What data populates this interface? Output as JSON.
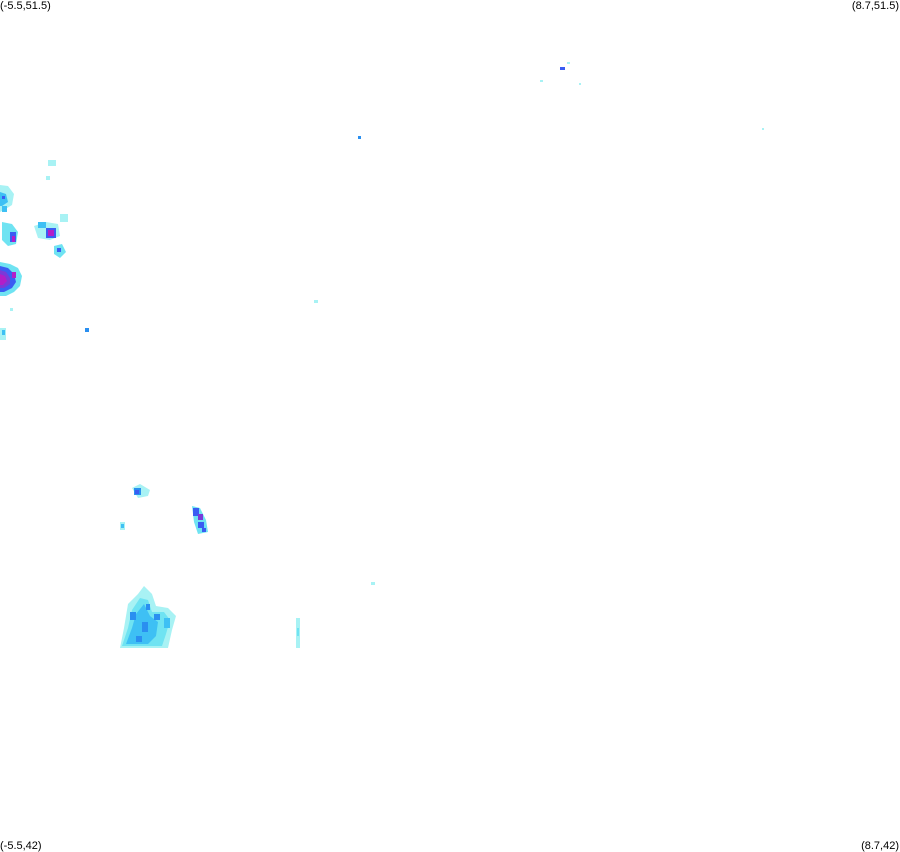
{
  "corners": {
    "top_left": "(-5.5,51.5)",
    "top_right": "(8.7,51.5)",
    "bottom_left": "(-5.5,42)",
    "bottom_right": "(8.7,42)"
  },
  "palette": {
    "background": "#ffffff",
    "light_cyan": "#a8f2f4",
    "cyan": "#6fe3f2",
    "sky_blue": "#3ec0f4",
    "blue": "#2a8ff0",
    "royal_blue": "#3a5cf2",
    "violet": "#7a3ad8",
    "magenta": "#b21ec8"
  }
}
